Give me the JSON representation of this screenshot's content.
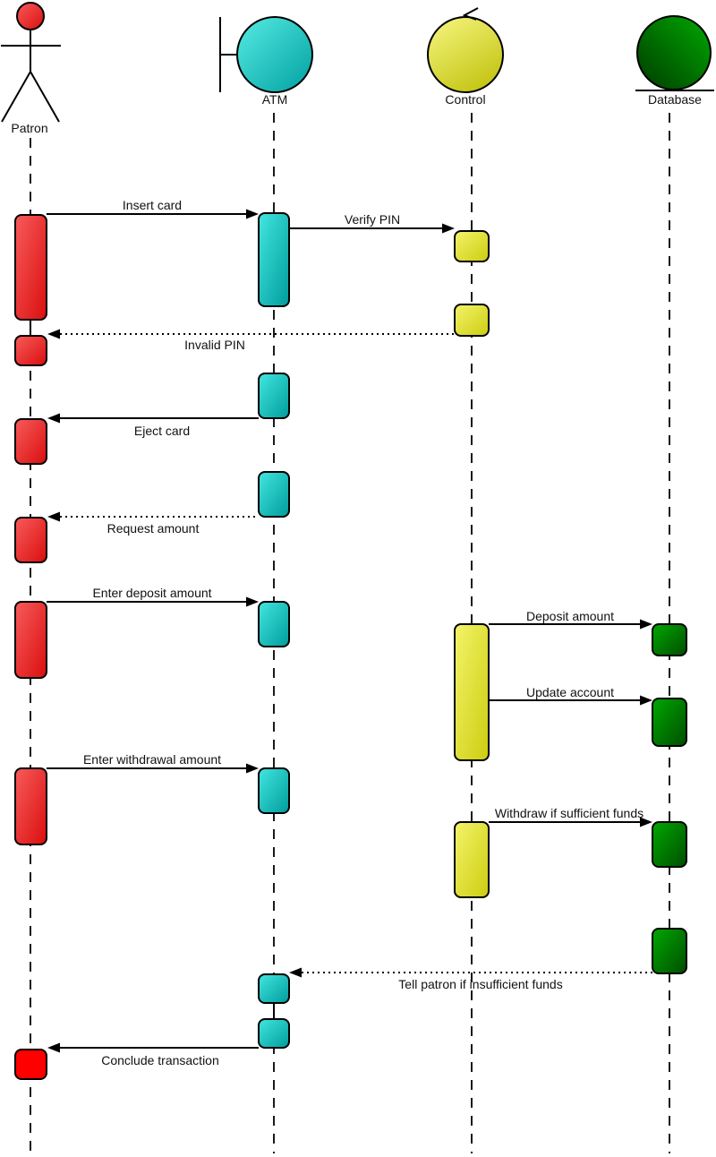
{
  "diagram": {
    "kind": "uml-sequence-diagram",
    "background": "#ffffff",
    "colors": {
      "actor_red": "#e81414",
      "boundary_cyan": "#00b8b8",
      "control_yellow": "#e3e32a",
      "entity_green": "#008000",
      "final_red": "#ff0000",
      "line_black": "#000000"
    },
    "lifelines": [
      {
        "name": "Patron",
        "kind": "actor"
      },
      {
        "name": "ATM",
        "kind": "boundary-object"
      },
      {
        "name": "Control",
        "kind": "control-object"
      },
      {
        "name": "Database",
        "kind": "entity-object"
      }
    ],
    "messages": [
      {
        "label": "Insert card",
        "from": "Patron",
        "to": "ATM",
        "line": "solid"
      },
      {
        "label": "Verify PIN",
        "from": "ATM",
        "to": "Control",
        "line": "solid"
      },
      {
        "label": "Invalid PIN",
        "from": "Control",
        "to": "Patron",
        "line": "dotted"
      },
      {
        "label": "Eject card",
        "from": "ATM",
        "to": "Patron",
        "line": "solid"
      },
      {
        "label": "Request amount",
        "from": "ATM",
        "to": "Patron",
        "line": "dotted"
      },
      {
        "label": "Enter deposit amount",
        "from": "Patron",
        "to": "ATM",
        "line": "solid"
      },
      {
        "label": "Deposit amount",
        "from": "Control",
        "to": "Database",
        "line": "solid"
      },
      {
        "label": "Update account",
        "from": "Control",
        "to": "Database",
        "line": "solid"
      },
      {
        "label": "Enter withdrawal amount",
        "from": "Patron",
        "to": "ATM",
        "line": "solid"
      },
      {
        "label": "Withdraw if sufficient funds",
        "from": "Control",
        "to": "Database",
        "line": "solid"
      },
      {
        "label": "Tell patron if insufficient funds",
        "from": "Database",
        "to": "ATM",
        "line": "dotted"
      },
      {
        "label": "Conclude transaction",
        "from": "ATM",
        "to": "Patron",
        "line": "solid"
      }
    ]
  }
}
